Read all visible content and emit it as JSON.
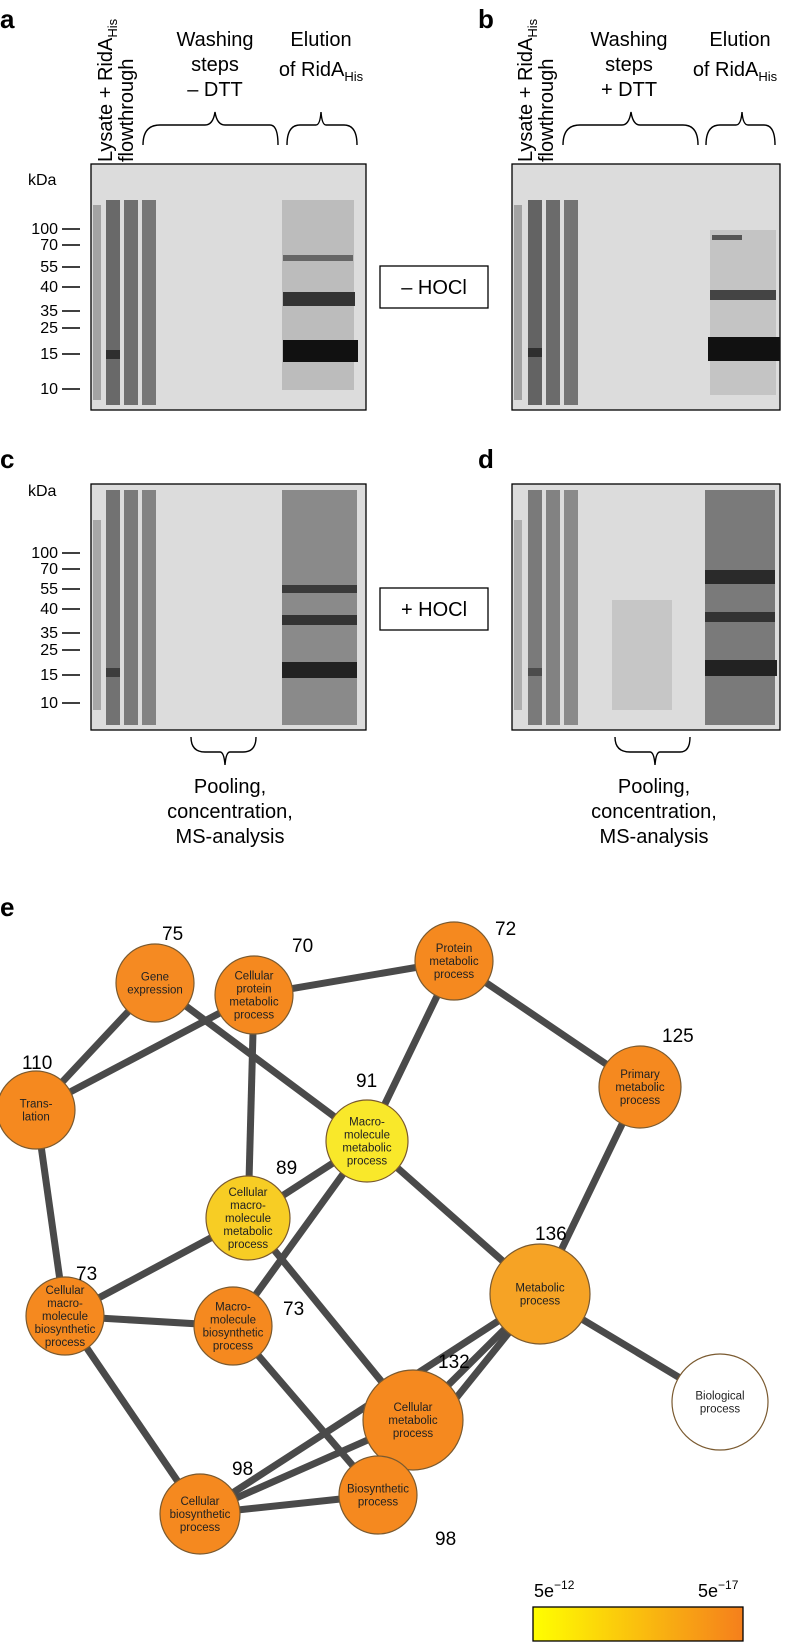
{
  "gel_panels": {
    "a": {
      "label": "a",
      "washing": "Washing",
      "steps": "steps",
      "dtt": "– DTT",
      "elution": "Elution",
      "of": "of RidA",
      "his": "His",
      "lysate": "Lysate + RidA",
      "flow": "flowthrough",
      "kda": "kDa"
    },
    "b": {
      "label": "b",
      "washing": "Washing",
      "steps": "steps",
      "dtt": "+ DTT",
      "elution": "Elution",
      "of": "of RidA",
      "his": "His",
      "lysate": "Lysate + RidA",
      "flow": "flowthrough"
    },
    "c": {
      "label": "c",
      "kda": "kDa"
    },
    "d": {
      "label": "d"
    },
    "conditions": {
      "minus": "– HOCl",
      "plus": "+ HOCl"
    },
    "markers": [
      "100",
      "70",
      "55",
      "40",
      "35",
      "25",
      "15",
      "10"
    ],
    "pooling": [
      "Pooling,",
      "concentration,",
      "MS-analysis"
    ]
  },
  "network": {
    "label": "e",
    "nodes": [
      {
        "id": "gene",
        "lines": [
          "Gene",
          "expression"
        ],
        "count": "75",
        "color": "#f58a22"
      },
      {
        "id": "cpm",
        "lines": [
          "Cellular",
          "protein",
          "metabolic",
          "process"
        ],
        "count": "70",
        "color": "#f5891f"
      },
      {
        "id": "pmp",
        "lines": [
          "Protein",
          "metabolic",
          "process"
        ],
        "count": "72",
        "color": "#f5891f"
      },
      {
        "id": "prim",
        "lines": [
          "Primary",
          "metabolic",
          "process"
        ],
        "count": "125",
        "color": "#f5891f"
      },
      {
        "id": "trans",
        "lines": [
          "Trans-",
          "lation"
        ],
        "count": "110",
        "color": "#f5891f"
      },
      {
        "id": "mmp",
        "lines": [
          "Macro-",
          "molecule",
          "metabolic",
          "process"
        ],
        "count": "91",
        "color": "#f9e82a"
      },
      {
        "id": "cmmp",
        "lines": [
          "Cellular",
          "macro-",
          "molecule",
          "metabolic",
          "process"
        ],
        "count": "89",
        "color": "#f7cd24"
      },
      {
        "id": "metab",
        "lines": [
          "Metabolic",
          "process"
        ],
        "count": "136",
        "color": "#f6a325"
      },
      {
        "id": "cmbp",
        "lines": [
          "Cellular",
          "macro-",
          "molecule",
          "biosynthetic",
          "process"
        ],
        "count": "73",
        "color": "#f5891f"
      },
      {
        "id": "mbp",
        "lines": [
          "Macro-",
          "molecule",
          "biosynthetic",
          "process"
        ],
        "count": "73",
        "color": "#f5891f"
      },
      {
        "id": "cmp",
        "lines": [
          "Cellular",
          "metabolic",
          "process"
        ],
        "count": "132",
        "color": "#f5891f"
      },
      {
        "id": "bio",
        "lines": [
          "Biological",
          "process"
        ],
        "count": "",
        "color": "#ffffff"
      },
      {
        "id": "cbp",
        "lines": [
          "Cellular",
          "biosynthetic",
          "process"
        ],
        "count": "98",
        "color": "#f5891f"
      },
      {
        "id": "bsp",
        "lines": [
          "Biosynthetic",
          "process"
        ],
        "count": "98",
        "color": "#f5891f"
      }
    ],
    "legend": {
      "low": "5e",
      "low_exp": "−12",
      "high": "5e",
      "high_exp": "−17",
      "color_low": "#ffff00",
      "color_high": "#f57f1c"
    }
  }
}
